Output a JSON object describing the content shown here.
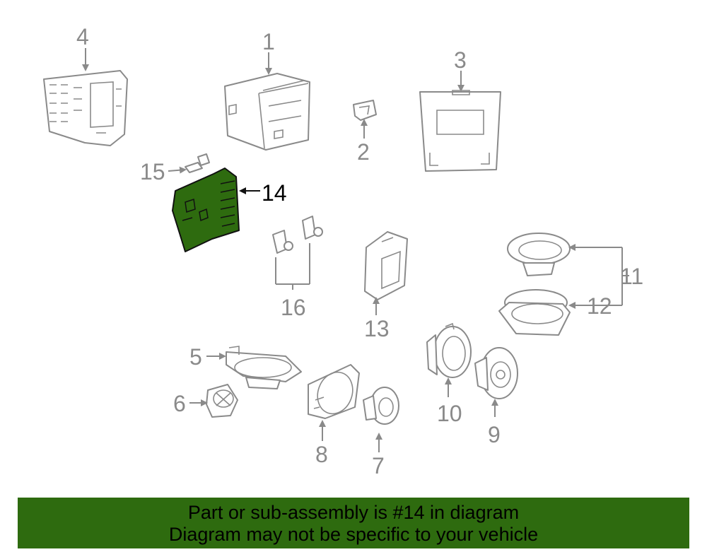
{
  "callouts": {
    "c1": "1",
    "c2": "2",
    "c3": "3",
    "c4": "4",
    "c5": "5",
    "c6": "6",
    "c7": "7",
    "c8": "8",
    "c9": "9",
    "c10": "10",
    "c11": "11",
    "c12": "12",
    "c13": "13",
    "c14": "14",
    "c15": "15",
    "c16": "16"
  },
  "banner": {
    "line1": "Part or sub-assembly is #14 in diagram",
    "line2": "Diagram may not be specific to your vehicle"
  },
  "colors": {
    "highlight": "#2e6b0f",
    "line": "#8a8a8a"
  }
}
